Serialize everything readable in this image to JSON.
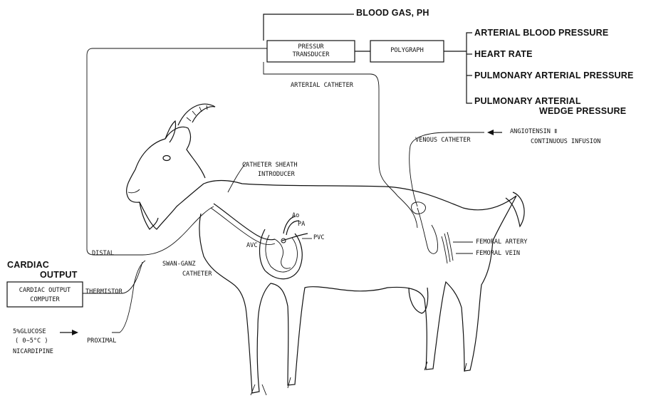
{
  "boxes": {
    "pressure_transducer": "PRESSUR\nTRANSDUCER",
    "polygraph": "POLYGRAPH",
    "cardiac_output_computer": "CARDIAC OUTPUT\nCOMPUTER"
  },
  "outputs": {
    "blood_gas": "BLOOD GAS, PH",
    "arterial_blood_pressure": "ARTERIAL BLOOD PRESSURE",
    "heart_rate": "HEART RATE",
    "pulmonary_arterial_pressure": "PULMONARY ARTERIAL PRESSURE",
    "wedge_line1": "PULMONARY ARTERIAL",
    "wedge_line2": "WEDGE PRESSURE",
    "cardiac_output_line1": "CARDIAC",
    "cardiac_output_line2": "OUTPUT"
  },
  "labels": {
    "arterial_catheter": "ARTERIAL CATHETER",
    "venous_catheter": "VENOUS CATHETER",
    "angiotensin": "ANGIOTENSIN Ⅱ",
    "continuous_infusion": "CONTINUOUS INFUSION",
    "catheter_sheath_1": "CATHETER SHEATH",
    "catheter_sheath_2": "INTRODUCER",
    "distal": "DISTAL",
    "swan_ganz_1": "SWAN-GANZ",
    "swan_ganz_2": "CATHETER",
    "thermistor": "THERMISTOR",
    "proximal": "PROXIMAL",
    "glucose": "5%GLUCOSE",
    "temperature": "( 0∼5°C )",
    "nicardipine": "NICARDIPINE",
    "ao": "Ao",
    "pa": "PA",
    "avc": "AVC",
    "pvc": "PVC",
    "femoral_artery": "FEMORAL ARTERY",
    "femoral_vein": "FEMORAL VEIN"
  }
}
